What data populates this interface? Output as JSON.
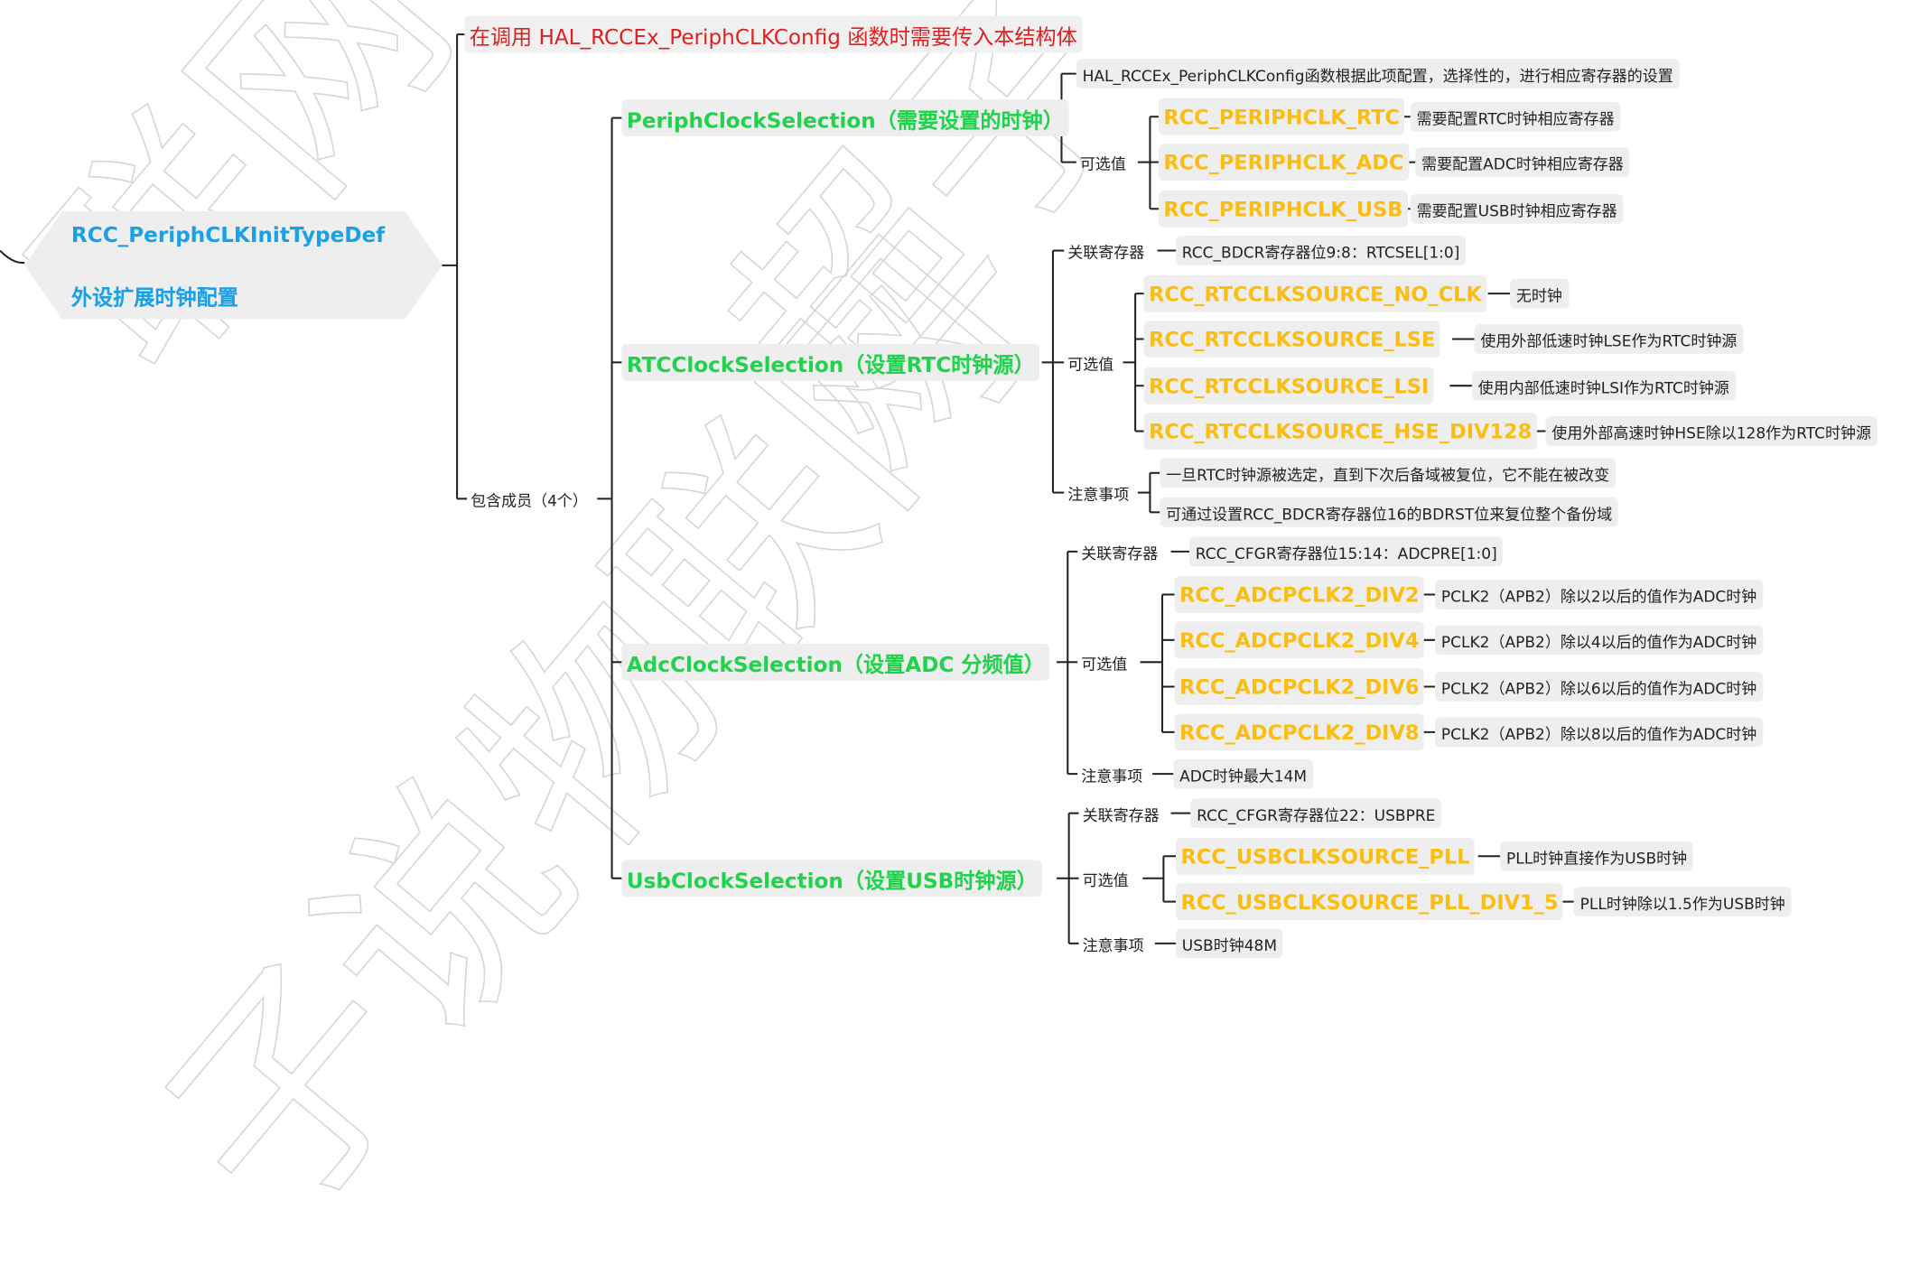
{
  "root": {
    "title": "RCC_PeriphCLKInitTypeDef",
    "subtitle": "外设扩展时钟配置"
  },
  "top_note": "在调用 HAL_RCCEx_PeriphCLKConfig 函数时需要传入本结构体",
  "members_label": "包含成员（4个）",
  "labels": {
    "optional": "可选值",
    "related_register": "关联寄存器",
    "notes": "注意事项"
  },
  "periph": {
    "title": "PeriphClockSelection（需要设置的时钟）",
    "desc": "HAL_RCCEx_PeriphCLKConfig函数根据此项配置，选择性的，进行相应寄存器的设置",
    "options": [
      {
        "name": "RCC_PERIPHCLK_RTC",
        "desc": "需要配置RTC时钟相应寄存器"
      },
      {
        "name": "RCC_PERIPHCLK_ADC",
        "desc": "需要配置ADC时钟相应寄存器"
      },
      {
        "name": "RCC_PERIPHCLK_USB",
        "desc": "需要配置USB时钟相应寄存器"
      }
    ]
  },
  "rtc": {
    "title": "RTCClockSelection（设置RTC时钟源）",
    "register": "RCC_BDCR寄存器位9:8：RTCSEL[1:0]",
    "options": [
      {
        "name": "RCC_RTCCLKSOURCE_NO_CLK",
        "desc": "无时钟"
      },
      {
        "name": "RCC_RTCCLKSOURCE_LSE",
        "desc": "使用外部低速时钟LSE作为RTC时钟源"
      },
      {
        "name": "RCC_RTCCLKSOURCE_LSI",
        "desc": "使用内部低速时钟LSI作为RTC时钟源"
      },
      {
        "name": "RCC_RTCCLKSOURCE_HSE_DIV128",
        "desc": "使用外部高速时钟HSE除以128作为RTC时钟源"
      }
    ],
    "notes": [
      "一旦RTC时钟源被选定，直到下次后备域被复位，它不能在被改变",
      "可通过设置RCC_BDCR寄存器位16的BDRST位来复位整个备份域"
    ]
  },
  "adc": {
    "title": "AdcClockSelection（设置ADC 分频值）",
    "register": "RCC_CFGR寄存器位15:14：ADCPRE[1:0]",
    "options": [
      {
        "name": "RCC_ADCPCLK2_DIV2",
        "desc": "PCLK2（APB2）除以2以后的值作为ADC时钟"
      },
      {
        "name": "RCC_ADCPCLK2_DIV4",
        "desc": "PCLK2（APB2）除以4以后的值作为ADC时钟"
      },
      {
        "name": "RCC_ADCPCLK2_DIV6",
        "desc": "PCLK2（APB2）除以6以后的值作为ADC时钟"
      },
      {
        "name": "RCC_ADCPCLK2_DIV8",
        "desc": "PCLK2（APB2）除以8以后的值作为ADC时钟"
      }
    ],
    "note": "ADC时钟最大14M"
  },
  "usb": {
    "title": "UsbClockSelection（设置USB时钟源）",
    "register": "RCC_CFGR寄存器位22：USBPRE",
    "options": [
      {
        "name": "RCC_USBCLKSOURCE_PLL",
        "desc": "PLL时钟直接作为USB时钟"
      },
      {
        "name": "RCC_USBCLKSOURCE_PLL_DIV1_5",
        "desc": "PLL时钟除以1.5作为USB时钟"
      }
    ],
    "note": "USB时钟48M"
  },
  "colors": {
    "root_text": "#1aa0e6",
    "member_text": "#21d24c",
    "option_text": "#fbbd10",
    "red_text": "#e02020",
    "node_bg": "#eeeeee",
    "line": "#222222"
  }
}
